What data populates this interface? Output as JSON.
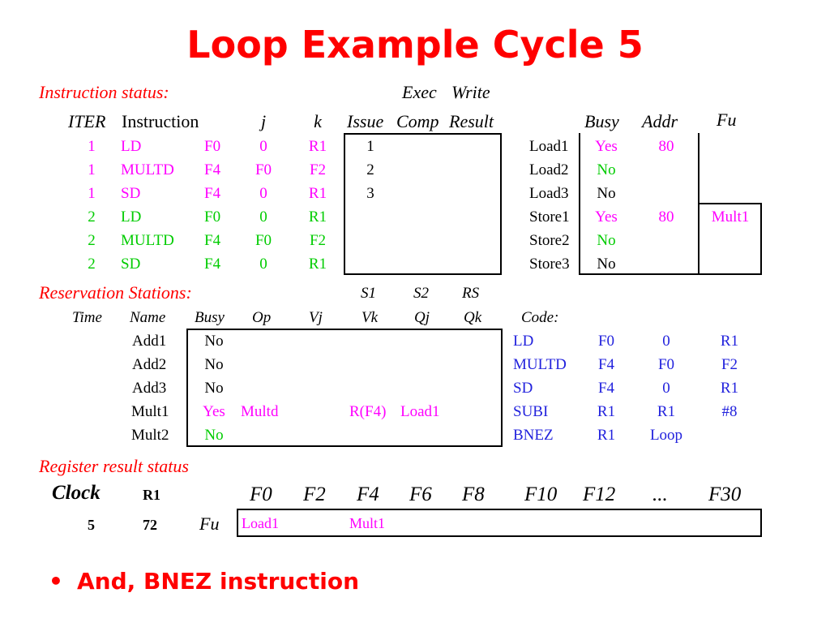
{
  "title": "Loop Example Cycle 5",
  "instruction_status": {
    "label": "Instruction status:",
    "top_headers": [
      "Exec",
      "Write"
    ],
    "columns": [
      "ITER",
      "Instruction",
      "j",
      "k",
      "Issue",
      "Comp",
      "Result"
    ],
    "rows": [
      {
        "iter": "1",
        "op": "LD",
        "dest": "F0",
        "j": "0",
        "k": "R1",
        "issue": "1",
        "comp": "",
        "result": ""
      },
      {
        "iter": "1",
        "op": "MULTD",
        "dest": "F4",
        "j": "F0",
        "k": "F2",
        "issue": "2",
        "comp": "",
        "result": ""
      },
      {
        "iter": "1",
        "op": "SD",
        "dest": "F4",
        "j": "0",
        "k": "R1",
        "issue": "3",
        "comp": "",
        "result": ""
      },
      {
        "iter": "2",
        "op": "LD",
        "dest": "F0",
        "j": "0",
        "k": "R1",
        "issue": "",
        "comp": "",
        "result": ""
      },
      {
        "iter": "2",
        "op": "MULTD",
        "dest": "F4",
        "j": "F0",
        "k": "F2",
        "issue": "",
        "comp": "",
        "result": ""
      },
      {
        "iter": "2",
        "op": "SD",
        "dest": "F4",
        "j": "0",
        "k": "R1",
        "issue": "",
        "comp": "",
        "result": ""
      }
    ]
  },
  "load_store": {
    "columns": [
      "Busy",
      "Addr",
      "Fu"
    ],
    "rows": [
      {
        "name": "Load1",
        "busy": "Yes",
        "addr": "80",
        "fu": ""
      },
      {
        "name": "Load2",
        "busy": "No",
        "addr": "",
        "fu": ""
      },
      {
        "name": "Load3",
        "busy": "No",
        "addr": "",
        "fu": ""
      },
      {
        "name": "Store1",
        "busy": "Yes",
        "addr": "80",
        "fu": "Mult1"
      },
      {
        "name": "Store2",
        "busy": "No",
        "addr": "",
        "fu": ""
      },
      {
        "name": "Store3",
        "busy": "No",
        "addr": "",
        "fu": ""
      }
    ]
  },
  "reservation_stations": {
    "label": "Reservation Stations:",
    "top_headers": [
      "S1",
      "S2",
      "RS"
    ],
    "columns": [
      "Time",
      "Name",
      "Busy",
      "Op",
      "Vj",
      "Vk",
      "Qj",
      "Qk",
      "Code:"
    ],
    "rows": [
      {
        "time": "",
        "name": "Add1",
        "busy": "No",
        "op": "",
        "vj": "",
        "vk": "",
        "qj": "",
        "qk": ""
      },
      {
        "time": "",
        "name": "Add2",
        "busy": "No",
        "op": "",
        "vj": "",
        "vk": "",
        "qj": "",
        "qk": ""
      },
      {
        "time": "",
        "name": "Add3",
        "busy": "No",
        "op": "",
        "vj": "",
        "vk": "",
        "qj": "",
        "qk": ""
      },
      {
        "time": "",
        "name": "Mult1",
        "busy": "Yes",
        "op": "Multd",
        "vj": "",
        "vk": "R(F4)",
        "qj": "Load1",
        "qk": ""
      },
      {
        "time": "",
        "name": "Mult2",
        "busy": "No",
        "op": "",
        "vj": "",
        "vk": "",
        "qj": "",
        "qk": ""
      }
    ]
  },
  "code": [
    {
      "op": "LD",
      "a": "F0",
      "b": "0",
      "c": "R1"
    },
    {
      "op": "MULTD",
      "a": "F4",
      "b": "F0",
      "c": "F2"
    },
    {
      "op": "SD",
      "a": "F4",
      "b": "0",
      "c": "R1"
    },
    {
      "op": "SUBI",
      "a": "R1",
      "b": "R1",
      "c": "#8"
    },
    {
      "op": "BNEZ",
      "a": "R1",
      "b": "Loop",
      "c": ""
    }
  ],
  "register_result_status": {
    "label": "Register result status",
    "clock_label": "Clock",
    "clock_value": "5",
    "r1_label": "R1",
    "r1_value": "72",
    "fu_label": "Fu",
    "registers": [
      "F0",
      "F2",
      "F4",
      "F6",
      "F8",
      "F10",
      "F12",
      "...",
      "F30"
    ],
    "fu_values": [
      "Load1",
      "",
      "Mult1",
      "",
      "",
      "",
      "",
      "",
      ""
    ]
  },
  "bullet": {
    "symbol": "•",
    "text": "And, BNEZ instruction"
  },
  "colors": {
    "red": "#ff0000",
    "magenta": "#ff00ff",
    "green": "#00cc00",
    "blue": "#2222dd"
  }
}
